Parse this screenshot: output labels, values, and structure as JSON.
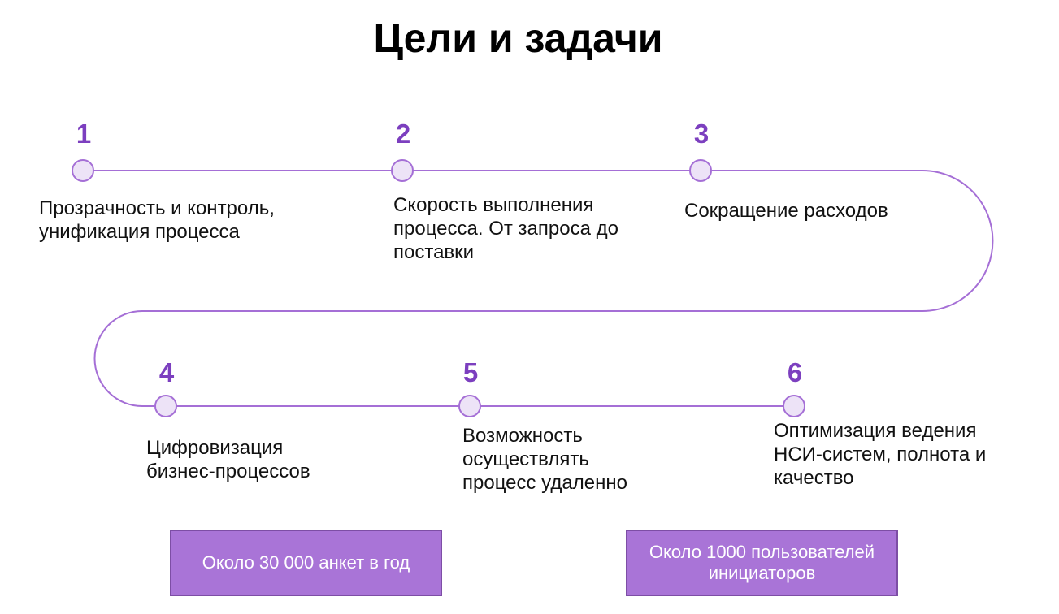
{
  "title": "Цели и задачи",
  "steps": [
    {
      "number": "1",
      "text": "Прозрачность и контроль,\nунификация процесса"
    },
    {
      "number": "2",
      "text": "Скорость выполнения\nпроцесса. От запроса до\nпоставки"
    },
    {
      "number": "3",
      "text": "Сокращение расходов"
    },
    {
      "number": "4",
      "text": "Цифровизация\nбизнес-процессов"
    },
    {
      "number": "5",
      "text": "Возможность\nосуществлять\nпроцесс удаленно"
    },
    {
      "number": "6",
      "text": "Оптимизация ведения\nНСИ-систем, полнота и\nкачество"
    }
  ],
  "boxes": [
    {
      "text": "Около 30 000 анкет в год"
    },
    {
      "text": "Около 1000 пользователей\nинициаторов"
    }
  ],
  "colors": {
    "accent": "#7c3fbf",
    "line": "#a56fd6",
    "node_fill": "#ede3f7",
    "box": "#a974d7"
  }
}
